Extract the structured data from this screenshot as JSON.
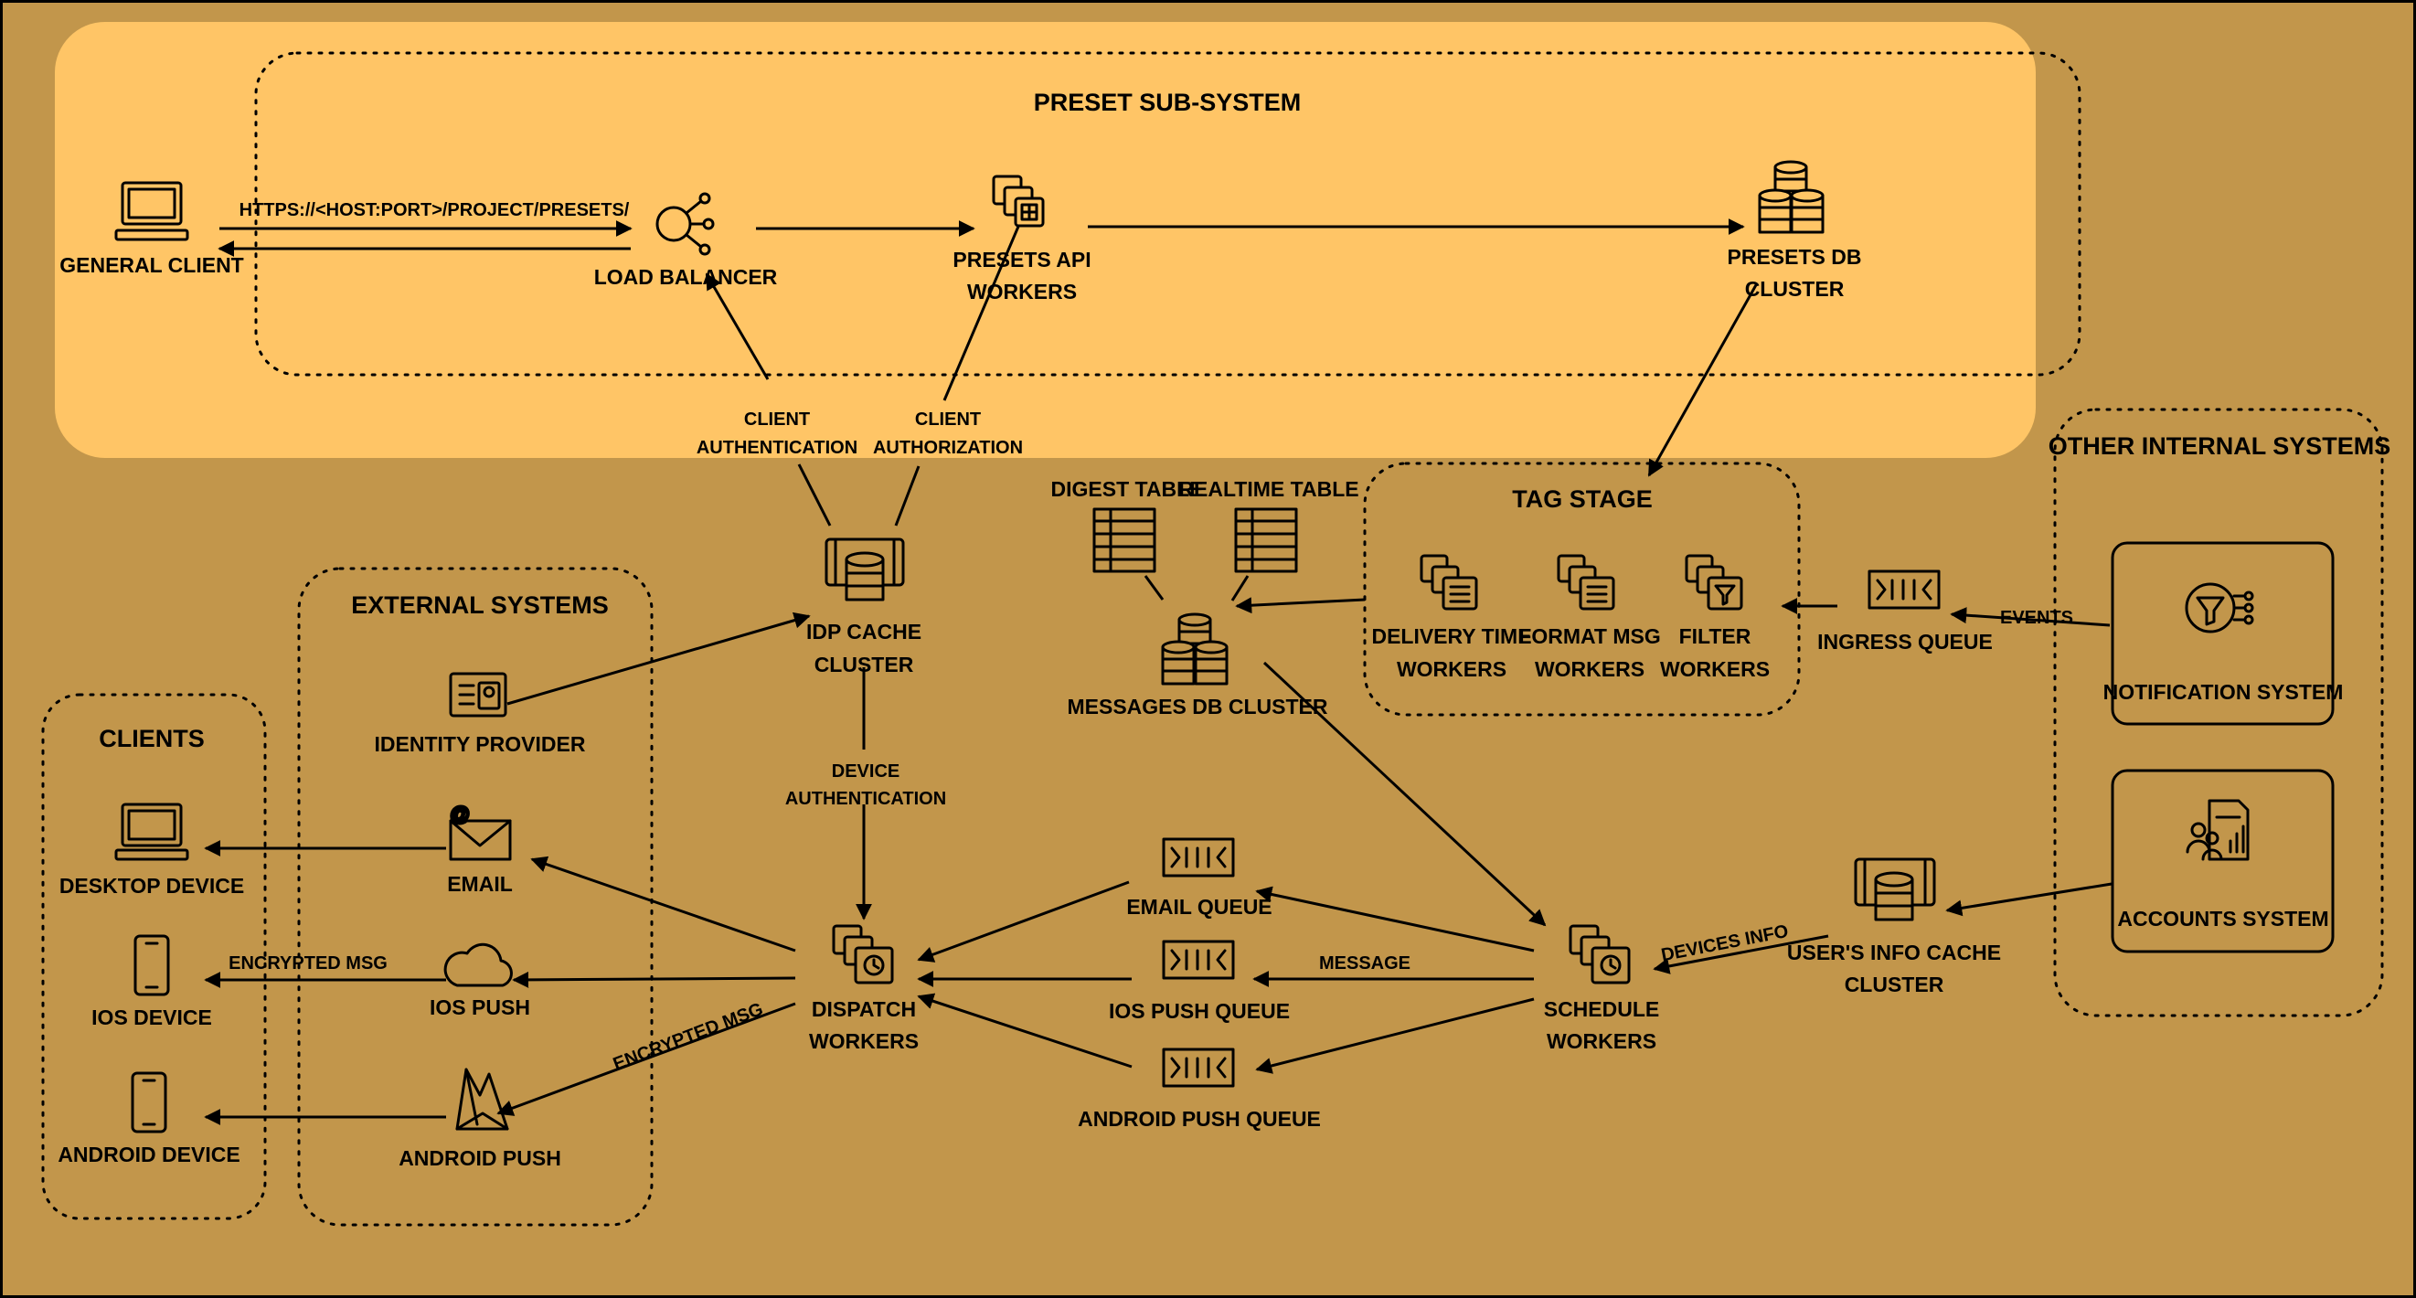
{
  "colors": {
    "background": "#c2964b",
    "preset_panel": "#ffc566",
    "stroke": "#000000"
  },
  "groups": {
    "preset": "PRESET SUB-SYSTEM",
    "external": "EXTERNAL SYSTEMS",
    "clients": "CLIENTS",
    "tag_stage": "TAG STAGE",
    "other_internal": "OTHER INTERNAL SYSTEMS"
  },
  "nodes": {
    "general_client": "GENERAL CLIENT",
    "load_balancer": "LOAD BALANCER",
    "presets_api": [
      "PRESETS API",
      "WORKERS"
    ],
    "presets_db": [
      "PRESETS DB",
      "CLUSTER"
    ],
    "idp_cache": [
      "IDP CACHE",
      "CLUSTER"
    ],
    "identity_provider": "IDENTITY PROVIDER",
    "email": "EMAIL",
    "ios_push": "IOS PUSH",
    "android_push": "ANDROID PUSH",
    "desktop_device": "DESKTOP DEVICE",
    "ios_device": "IOS DEVICE",
    "android_device": "ANDROID DEVICE",
    "dispatch_workers": [
      "DISPATCH",
      "WORKERS"
    ],
    "email_queue": "EMAIL QUEUE",
    "ios_push_queue": "IOS PUSH QUEUE",
    "android_push_queue": "ANDROID PUSH QUEUE",
    "schedule_workers": [
      "SCHEDULE",
      "WORKERS"
    ],
    "digest_table": "DIGEST TABLE",
    "realtime_table": "REALTIME TABLE",
    "messages_db": "MESSAGES DB CLUSTER",
    "delivery_time_workers": [
      "DELIVERY TIME",
      "WORKERS"
    ],
    "format_msg_workers": [
      "FORMAT MSG",
      "WORKERS"
    ],
    "filter_workers": [
      "FILTER",
      "WORKERS"
    ],
    "ingress_queue": "INGRESS QUEUE",
    "notification_system": "NOTIFICATION SYSTEM",
    "accounts_system": "ACCOUNTS SYSTEM",
    "users_info_cache": [
      "USER'S INFO CACHE",
      "CLUSTER"
    ]
  },
  "edge_labels": {
    "https": "HTTPS://<HOST:PORT>/PROJECT/PRESETS/",
    "client_authentication": [
      "CLIENT",
      "AUTHENTICATION"
    ],
    "client_authorization": [
      "CLIENT",
      "AUTHORIZATION"
    ],
    "device_authentication": [
      "DEVICE",
      "AUTHENTICATION"
    ],
    "encrypted_msg_ios": "ENCRYPTED MSG",
    "encrypted_msg_android": "ENCRYPTED MSG",
    "message": "MESSAGE",
    "devices_info": "DEVICES INFO",
    "events": "EVENTS"
  }
}
